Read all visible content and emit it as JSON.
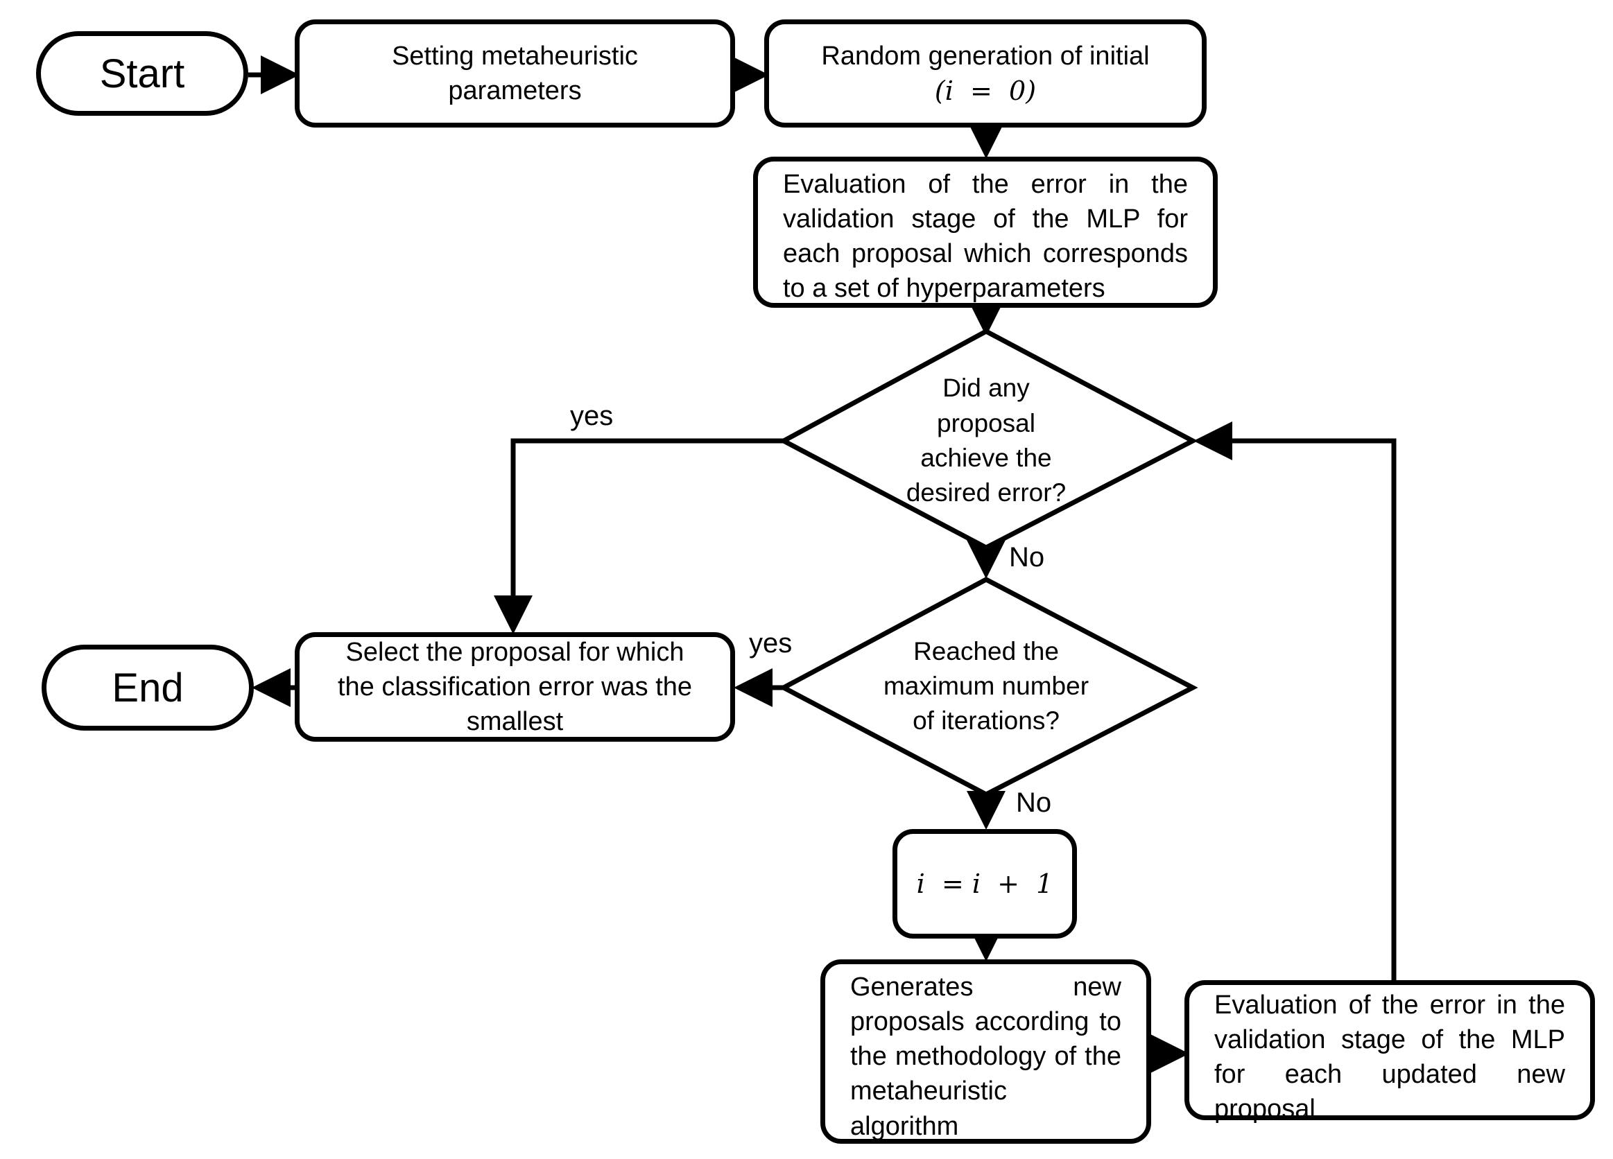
{
  "nodes": {
    "start": "Start",
    "setting": "Setting metaheuristic parameters",
    "random_line1": "Random generation of initial",
    "random_line2": "(i  =  0)",
    "evaluation": "Evaluation of the error in the validation stage of the MLP for each proposal which corresponds to a set of hyperparameters",
    "decision_error": "Did any proposal achieve the desired error?",
    "decision_iter": "Reached the maximum number of iterations?",
    "select": "Select the proposal for which the classification error was the smallest",
    "end": "End",
    "increment": "i  = i  +  1",
    "generate": "Generates new proposals according to the methodology of the metaheuristic algorithm",
    "evaluate_new": "Evaluation of the error in the validation stage of the MLP for each updated new proposal"
  },
  "labels": {
    "yes_top": "yes",
    "no_top": "No",
    "yes_mid": "yes",
    "no_bottom": "No"
  }
}
